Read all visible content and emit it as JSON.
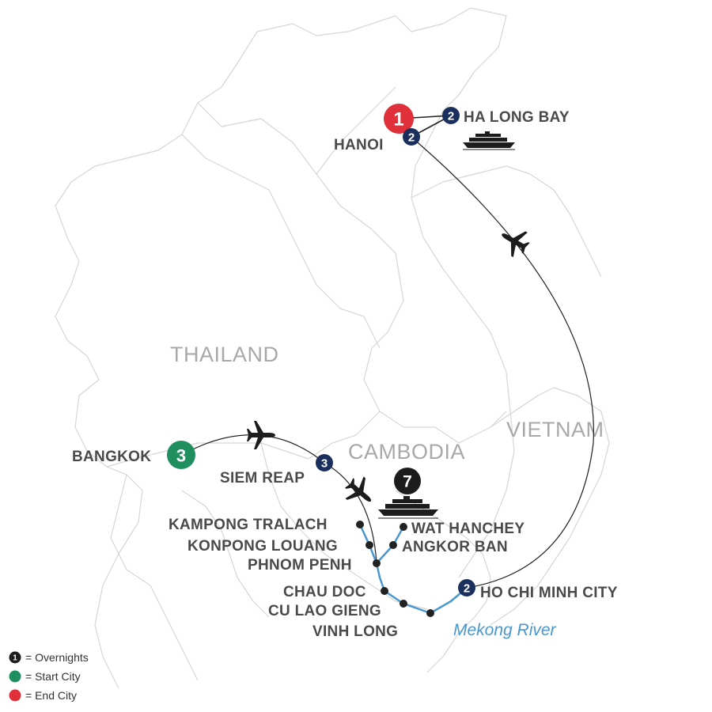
{
  "countries": {
    "thailand": "THAILAND",
    "cambodia": "CAMBODIA",
    "vietnam": "VIETNAM"
  },
  "cities": {
    "hanoi": {
      "label": "HANOI",
      "nights": "2"
    },
    "ha_long_bay": {
      "label": "HA LONG BAY",
      "nights": "2"
    },
    "end_city": {
      "nights": "1"
    },
    "bangkok": {
      "label": "BANGKOK",
      "nights": "3"
    },
    "siem_reap": {
      "label": "SIEM REAP",
      "nights": "3"
    },
    "cruise": {
      "nights": "7"
    },
    "kampong_tralach": {
      "label": "KAMPONG TRALACH"
    },
    "konpong_louang": {
      "label": "KONPONG LOUANG"
    },
    "phnom_penh": {
      "label": "PHNOM PENH"
    },
    "wat_hanchey": {
      "label": "WAT HANCHEY"
    },
    "angkor_ban": {
      "label": "ANGKOR BAN"
    },
    "chau_doc": {
      "label": "CHAU DOC"
    },
    "cu_lao_gieng": {
      "label": "CU LAO GIENG"
    },
    "vinh_long": {
      "label": "VINH LONG"
    },
    "ho_chi_minh_city": {
      "label": "HO CHI MINH CITY",
      "nights": "2"
    }
  },
  "river": {
    "label": "Mekong River"
  },
  "legend": {
    "overnights_glyph": "1",
    "overnights": "= Overnights",
    "start_city": "= Start City",
    "end_city": "= End City"
  },
  "colors": {
    "start": "#1f8f5f",
    "end": "#e0303a",
    "overnight": "#1b2f5e",
    "cruise": "#1c1c1c",
    "river": "#4a97cf",
    "border": "#d6d6d6"
  },
  "icons": [
    "airplane-icon",
    "ship-icon"
  ]
}
